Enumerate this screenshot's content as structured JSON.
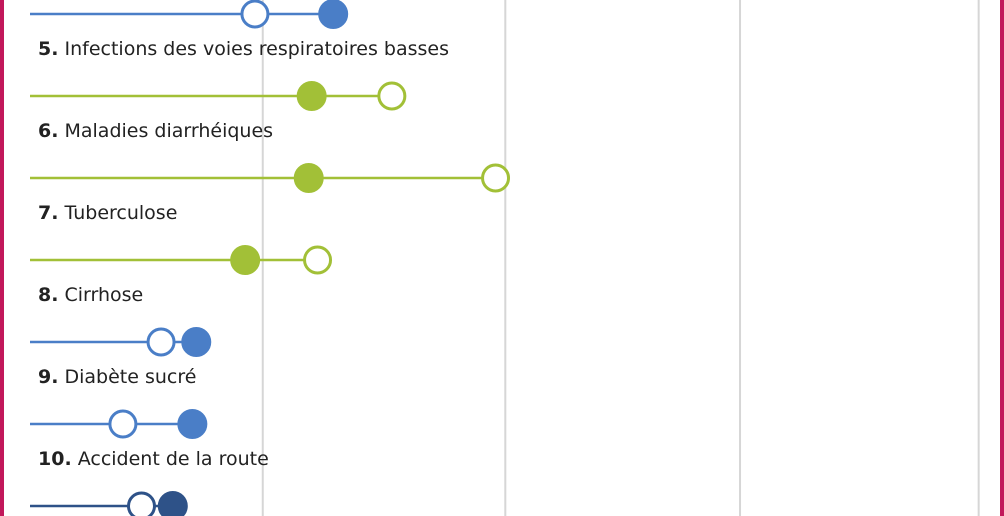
{
  "chart_data": {
    "type": "dumbbell",
    "title": "",
    "xlabel": "",
    "ylabel": "",
    "xlim": [
      0,
      1
    ],
    "grid": true,
    "legend": "none",
    "open_marker": "hollow circle",
    "filled_marker": "filled circle",
    "rows": [
      {
        "number": "",
        "label": "",
        "open": 0.23,
        "filled": 0.31,
        "color": "#4a7ec7"
      },
      {
        "number": "5.",
        "label": "Infections des voies respiratoires basses",
        "open": 0.37,
        "filled": 0.288,
        "color": "#a2c037"
      },
      {
        "number": "6.",
        "label": "Maladies diarrhéiques",
        "open": 0.476,
        "filled": 0.285,
        "color": "#a2c037"
      },
      {
        "number": "7.",
        "label": "Tuberculose",
        "open": 0.294,
        "filled": 0.22,
        "color": "#a2c037"
      },
      {
        "number": "8.",
        "label": "Cirrhose",
        "open": 0.134,
        "filled": 0.17,
        "color": "#4a7ec7"
      },
      {
        "number": "9.",
        "label": "Diabète sucré",
        "open": 0.095,
        "filled": 0.166,
        "color": "#4a7ec7"
      },
      {
        "number": "10.",
        "label": "Accident de la route",
        "open": 0.114,
        "filled": 0.146,
        "color": "#2e5288"
      }
    ]
  },
  "colors": {
    "frame_accent": "#c2185b",
    "grid": "#d6d6d6",
    "text": "#222222"
  }
}
